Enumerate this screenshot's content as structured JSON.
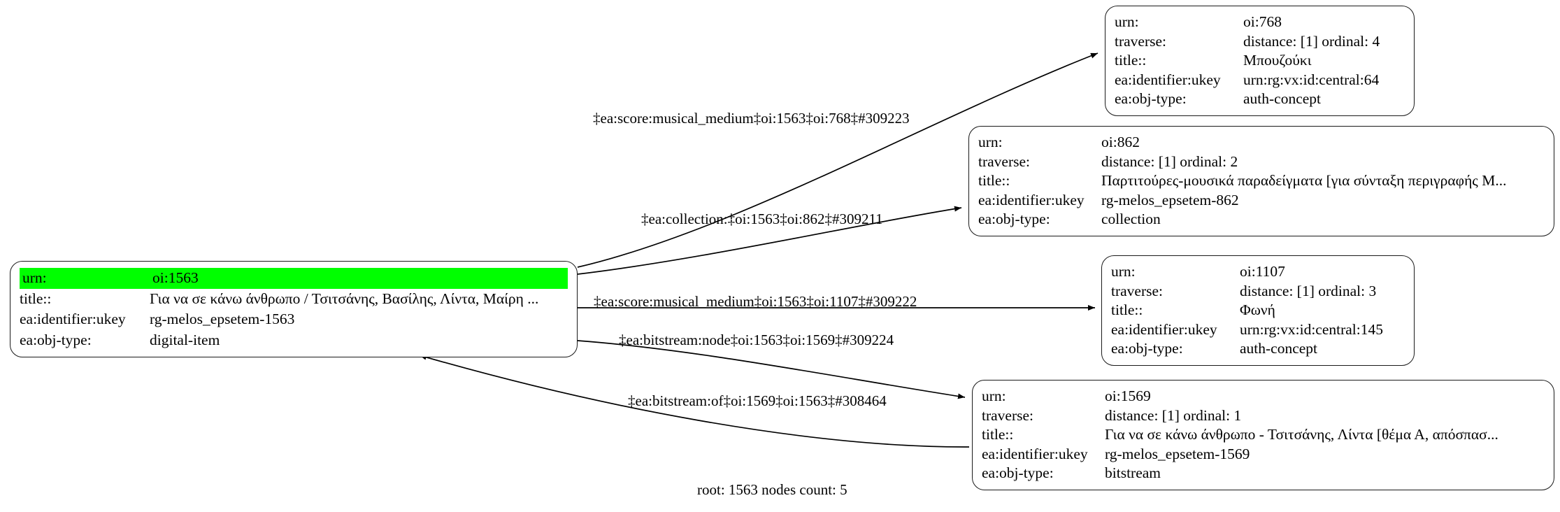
{
  "graph": {
    "caption": "root: 1563 nodes count: 5",
    "highlight_color": "#00ff00",
    "edge_color": "#000000",
    "node_border_color": "#1a1a1a",
    "background": "#ffffff"
  },
  "field_labels": {
    "urn": "urn:",
    "traverse": "traverse:",
    "title": "title::",
    "ukey": "ea:identifier:ukey",
    "objtype": "ea:obj-type:"
  },
  "nodes": [
    {
      "id": "root",
      "urn": "oi:1563",
      "traverse": null,
      "title": "Για να σε κάνω άνθρωπο / Τσιτσάνης, Βασίλης, Λίντα, Μαίρη ...",
      "ukey": "rg-melos_epsetem-1563",
      "objtype": "digital-item",
      "highlighted": true
    },
    {
      "id": "oi768",
      "urn": "oi:768",
      "traverse": "distance: [1]     ordinal: 4",
      "title": "Μπουζούκι",
      "ukey": "urn:rg:vx:id:central:64",
      "objtype": "auth-concept",
      "highlighted": false
    },
    {
      "id": "oi862",
      "urn": "oi:862",
      "traverse": "distance: [1]     ordinal: 2",
      "title": "Παρτιτούρες-μουσικά παραδείγματα [για σύνταξη περιγραφής Μ...",
      "ukey": "rg-melos_epsetem-862",
      "objtype": "collection",
      "highlighted": false
    },
    {
      "id": "oi1107",
      "urn": "oi:1107",
      "traverse": "distance: [1]     ordinal: 3",
      "title": "Φωνή",
      "ukey": "urn:rg:vx:id:central:145",
      "objtype": "auth-concept",
      "highlighted": false
    },
    {
      "id": "oi1569",
      "urn": "oi:1569",
      "traverse": "distance: [1]     ordinal: 1",
      "title": "Για να σε κάνω άνθρωπο - Τσιτσάνης, Λίντα [θέμα Α, απόσπασ...",
      "ukey": "rg-melos_epsetem-1569",
      "objtype": "bitstream",
      "highlighted": false
    }
  ],
  "edges": [
    {
      "id": "e768",
      "label": "‡ea:score:musical_medium‡oi:1563‡oi:768‡#309223",
      "from": "root",
      "to": "oi768"
    },
    {
      "id": "e862",
      "label": "‡ea:collection:‡oi:1563‡oi:862‡#309211",
      "from": "root",
      "to": "oi862"
    },
    {
      "id": "e1107",
      "label": "‡ea:score:musical_medium‡oi:1563‡oi:1107‡#309222",
      "from": "root",
      "to": "oi1107"
    },
    {
      "id": "e1569node",
      "label": "‡ea:bitstream:node‡oi:1563‡oi:1569‡#309224",
      "from": "root",
      "to": "oi1569"
    },
    {
      "id": "e1569of",
      "label": "‡ea:bitstream:of‡oi:1569‡oi:1563‡#308464",
      "from": "oi1569",
      "to": "root"
    }
  ]
}
